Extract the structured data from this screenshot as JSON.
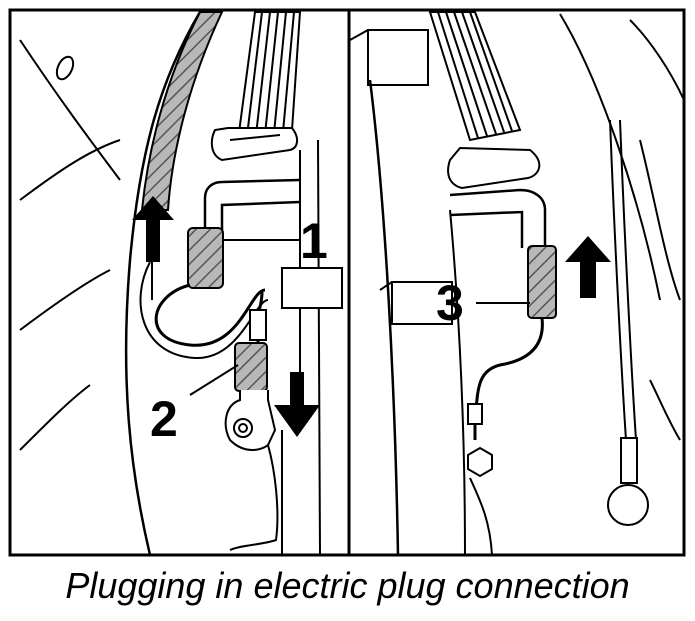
{
  "caption": "Plugging in electric plug connection",
  "callouts": {
    "c1": "1",
    "c2": "2",
    "c3": "3"
  },
  "colors": {
    "line": "#000000",
    "background": "#ffffff",
    "hatch": "#9a9a9a"
  },
  "icons": [
    "arrow-up-icon",
    "arrow-down-icon"
  ]
}
